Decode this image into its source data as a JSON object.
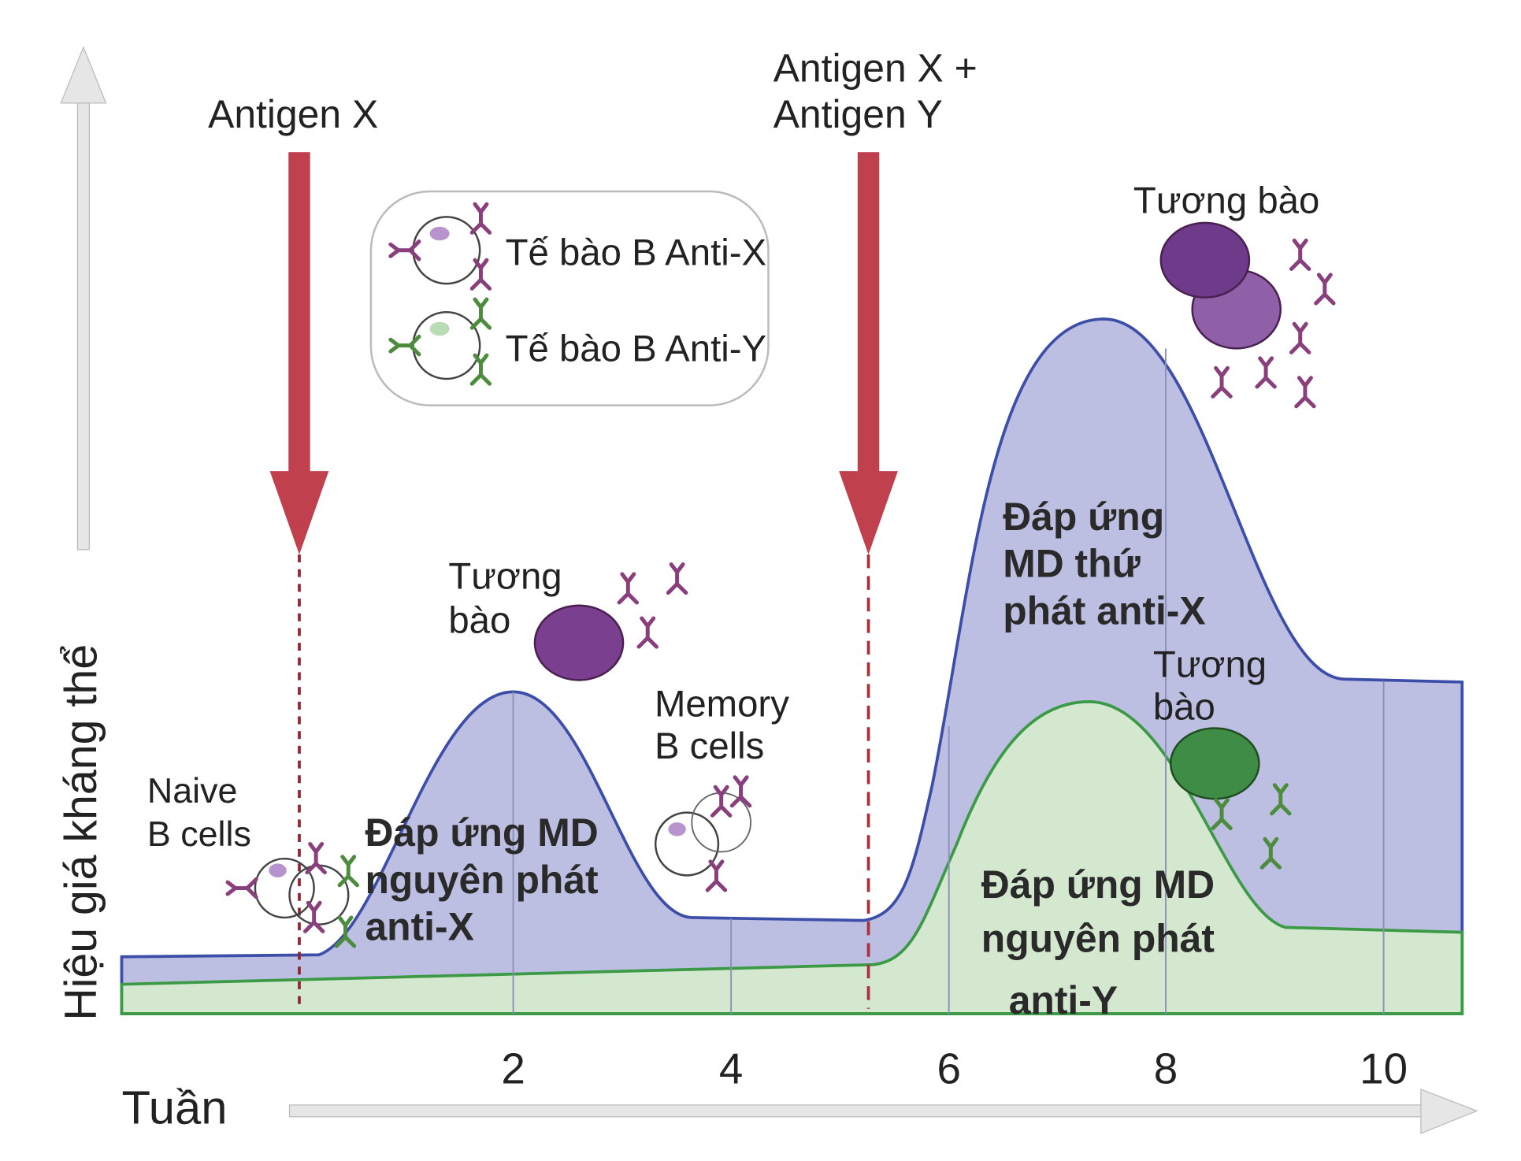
{
  "axes": {
    "ylabel": "Hiệu giá kháng thể",
    "xlabel": "Tuần",
    "xticks": [
      "2",
      "4",
      "6",
      "8",
      "10"
    ]
  },
  "antigens": {
    "first": "Antigen X",
    "second_line1": "Antigen X +",
    "second_line2": "Antigen Y"
  },
  "legend": {
    "anti_x": "Tế bào B Anti-X",
    "anti_y": "Tế bào B Anti-Y"
  },
  "labels": {
    "naive_1": "Naive",
    "naive_2": "B cells",
    "plasma1_1": "Tương",
    "plasma1_2": "bào",
    "memory_1": "Memory",
    "memory_2": "B cells",
    "plasma2": "Tương bào",
    "plasma3_1": "Tương",
    "plasma3_2": "bào",
    "primary_x_1": "Đáp ứng MD",
    "primary_x_2": "nguyên phát",
    "primary_x_3": "anti-X",
    "secondary_x_1": "Đáp ứng",
    "secondary_x_2": "MD thứ",
    "secondary_x_3": "phát anti-X",
    "primary_y_1": "Đáp ứng MD",
    "primary_y_2": "nguyên phát",
    "primary_y_3": "anti-Y"
  },
  "colors": {
    "anti_x_fill": "#bcbfe2",
    "anti_x_line": "#3c4ea8",
    "anti_y_fill": "#d3e8cf",
    "anti_y_line": "#3c9a46",
    "arrow": "#c0404e",
    "plasma_purple": "#7a3f8f",
    "plasma_green": "#3e8c45"
  }
}
